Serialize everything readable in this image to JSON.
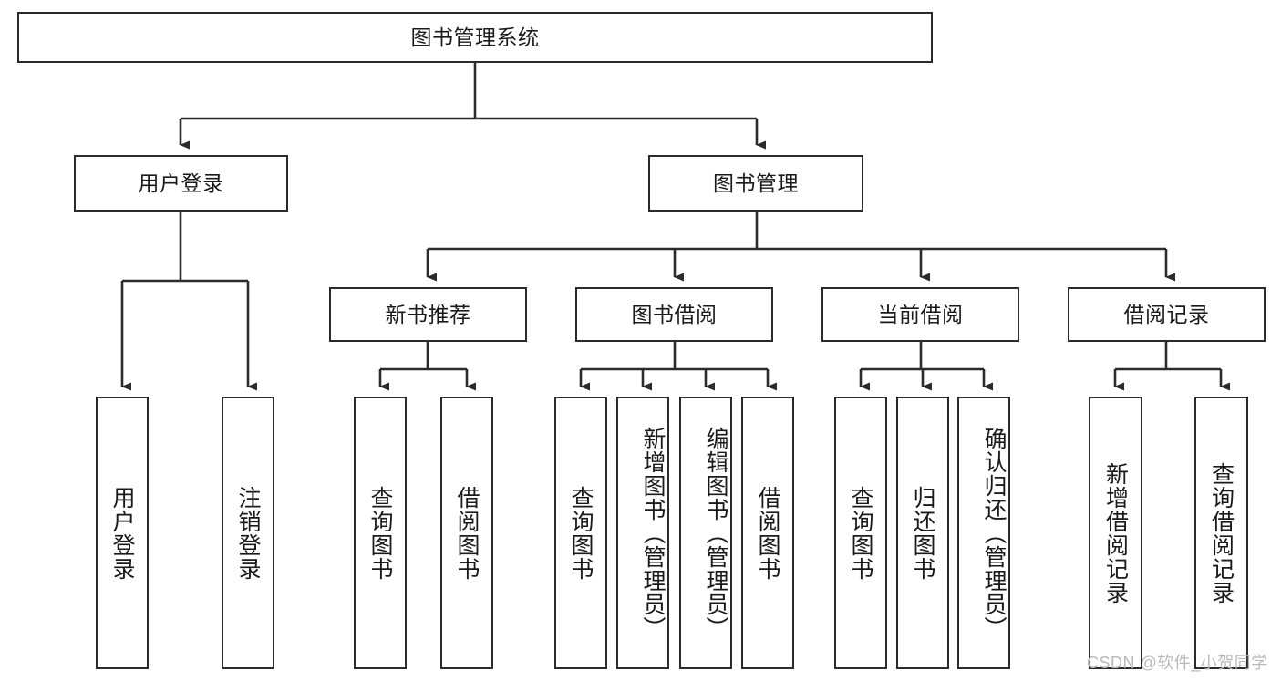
{
  "diagram": {
    "type": "tree-hierarchy",
    "title": "图书管理系统",
    "orientation": "top-down",
    "colors": {
      "box_border": "#2b2b2b",
      "box_fill": "#ffffff",
      "connector": "#2b2b2b",
      "text": "#1a1a1a",
      "background": "#ffffff",
      "watermark": "#b9b9b9"
    },
    "root": {
      "label": "图书管理系统"
    },
    "level2": [
      {
        "label": "用户登录"
      },
      {
        "label": "图书管理"
      }
    ],
    "level3": [
      {
        "label": "新书推荐"
      },
      {
        "label": "图书借阅"
      },
      {
        "label": "当前借阅"
      },
      {
        "label": "借阅记录"
      }
    ],
    "leaves": {
      "user_login": [
        {
          "label": "用户登录"
        },
        {
          "label": "注销登录"
        }
      ],
      "new_book_recommend": [
        {
          "label": "查询图书"
        },
        {
          "label": "借阅图书"
        }
      ],
      "book_borrow": [
        {
          "label": "查询图书"
        },
        {
          "label": "新增图书（管理员）"
        },
        {
          "label": "编辑图书（管理员）"
        },
        {
          "label": "借阅图书"
        }
      ],
      "current_borrow": [
        {
          "label": "查询图书"
        },
        {
          "label": "归还图书"
        },
        {
          "label": "确认归还（管理员）"
        }
      ],
      "borrow_record": [
        {
          "label": "新增借阅记录"
        },
        {
          "label": "查询借阅记录"
        }
      ]
    },
    "watermark": "CSDN @软件_小贺同学"
  }
}
